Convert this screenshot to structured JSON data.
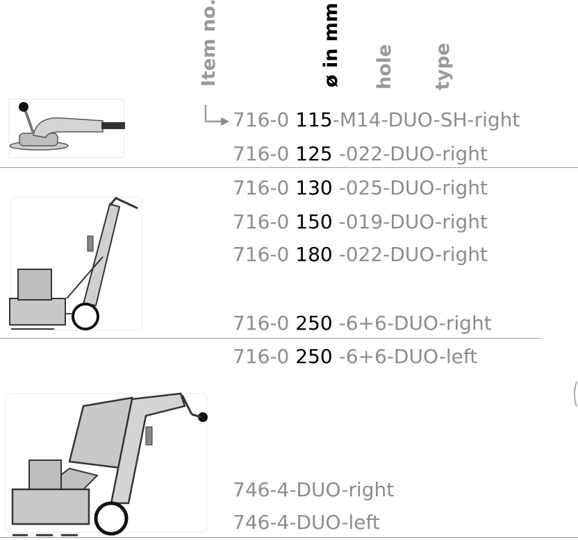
{
  "headers": {
    "item_no": "Item no.",
    "diameter": "ø in mm",
    "hole": "hole",
    "type": "type"
  },
  "rows": [
    {
      "prefix": "716-0 ",
      "diameter": "115",
      "suffix": "-M14-DUO-SH-right"
    },
    {
      "prefix": "716-0 ",
      "diameter": "125",
      "suffix": " -022-DUO-right"
    },
    {
      "prefix": "716-0 ",
      "diameter": "130",
      "suffix": " -025-DUO-right"
    },
    {
      "prefix": "716-0 ",
      "diameter": "150",
      "suffix": " -019-DUO-right"
    },
    {
      "prefix": "716-0 ",
      "diameter": "180",
      "suffix": " -022-DUO-right"
    },
    {
      "prefix": "716-0 ",
      "diameter": "250",
      "suffix": " -6+6-DUO-right"
    },
    {
      "prefix": "716-0 ",
      "diameter": "250",
      "suffix": " -6+6-DUO-left"
    },
    {
      "prefix": "746-4-DUO-right",
      "diameter": "",
      "suffix": ""
    },
    {
      "prefix": "746-4-DUO-left",
      "diameter": "",
      "suffix": ""
    }
  ],
  "colors": {
    "text_gray": "#8c8c8c",
    "text_black": "#000000",
    "header_gray": "#9a9a9a",
    "rule": "#999999"
  },
  "icons": [
    "angle-grinder-icon",
    "floor-grinder-icon",
    "large-floor-grinder-icon",
    "arrow-pointer-icon"
  ]
}
